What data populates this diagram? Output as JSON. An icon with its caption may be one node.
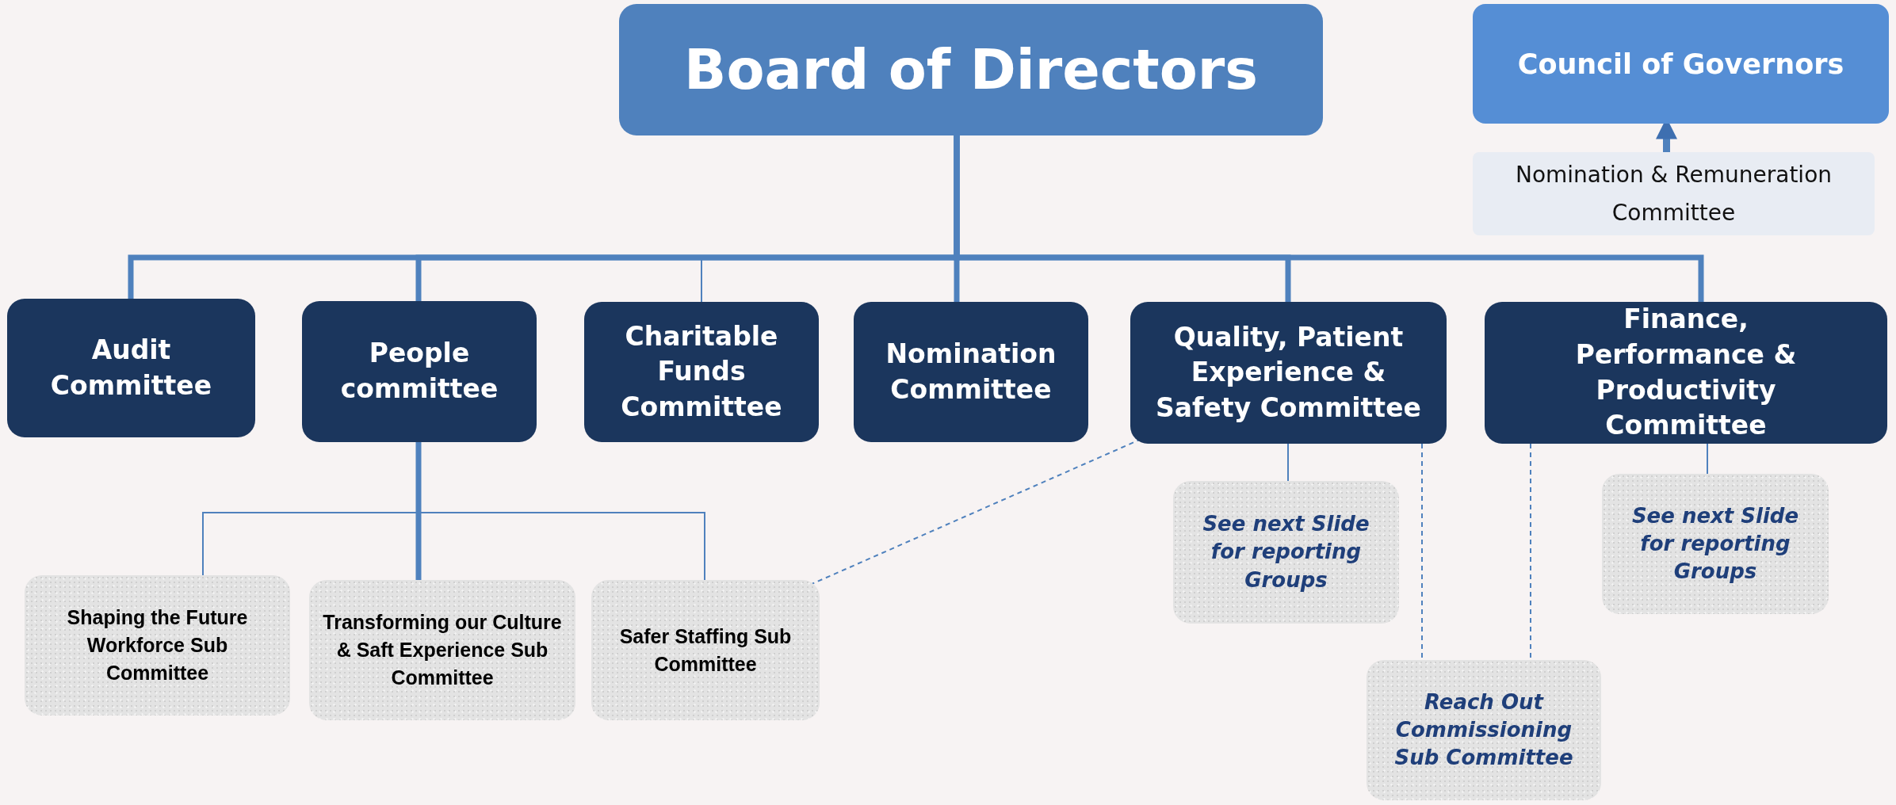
{
  "diagram": {
    "nodes": [
      {
        "text": [
          "Board of Directors"
        ]
      },
      {
        "text": [
          "Council of Governors"
        ]
      },
      {
        "text": [
          "Nomination & Remuneration Committee"
        ]
      },
      {
        "text": [
          "Audit Committee"
        ]
      },
      {
        "text": [
          "People committee"
        ]
      },
      {
        "text": [
          "Charitable Funds Committee"
        ]
      },
      {
        "text": [
          "Nomination Committee"
        ]
      },
      {
        "text": [
          "Quality, Patient Experience & Safety Committee"
        ]
      },
      {
        "text": [
          "Finance, Performance & Productivity Committee"
        ]
      },
      {
        "text": [
          "Shaping the Future Workforce Sub Committee"
        ]
      },
      {
        "text": [
          "Transforming our Culture & Saft Experience Sub Committee"
        ]
      },
      {
        "text": [
          "Safer Staffing Sub Committee"
        ]
      },
      {
        "text": [
          "See next Slide for reporting Groups"
        ]
      },
      {
        "text": [
          "Reach Out Commissioning Sub Committee"
        ]
      },
      {
        "text": [
          "See next Slide for reporting Groups"
        ]
      }
    ],
    "edges": [
      {
        "from": 0,
        "to": 3,
        "arrow": "none",
        "style": "thick"
      },
      {
        "from": 0,
        "to": 4,
        "arrow": "none",
        "style": "thick"
      },
      {
        "from": 0,
        "to": 5,
        "arrow": "none"
      },
      {
        "from": 0,
        "to": 6,
        "arrow": "none",
        "style": "thick"
      },
      {
        "from": 0,
        "to": 7,
        "arrow": "none",
        "style": "thick"
      },
      {
        "from": 0,
        "to": 8,
        "arrow": "none",
        "style": "thick"
      },
      {
        "from": 2,
        "to": 1,
        "arrow": "to",
        "style": "thick"
      },
      {
        "from": 4,
        "to": 9,
        "arrow": "none"
      },
      {
        "from": 4,
        "to": 10,
        "arrow": "none",
        "style": "thick"
      },
      {
        "from": 4,
        "to": 11,
        "arrow": "none"
      },
      {
        "from": 7,
        "to": 11,
        "arrow": "none",
        "style": "dashed"
      },
      {
        "from": 7,
        "to": 12,
        "arrow": "none"
      },
      {
        "from": 7,
        "to": 13,
        "arrow": "none",
        "style": "dashed"
      },
      {
        "from": 8,
        "to": 13,
        "arrow": "none",
        "style": "dashed"
      },
      {
        "from": 8,
        "to": 14,
        "arrow": "none"
      }
    ]
  }
}
